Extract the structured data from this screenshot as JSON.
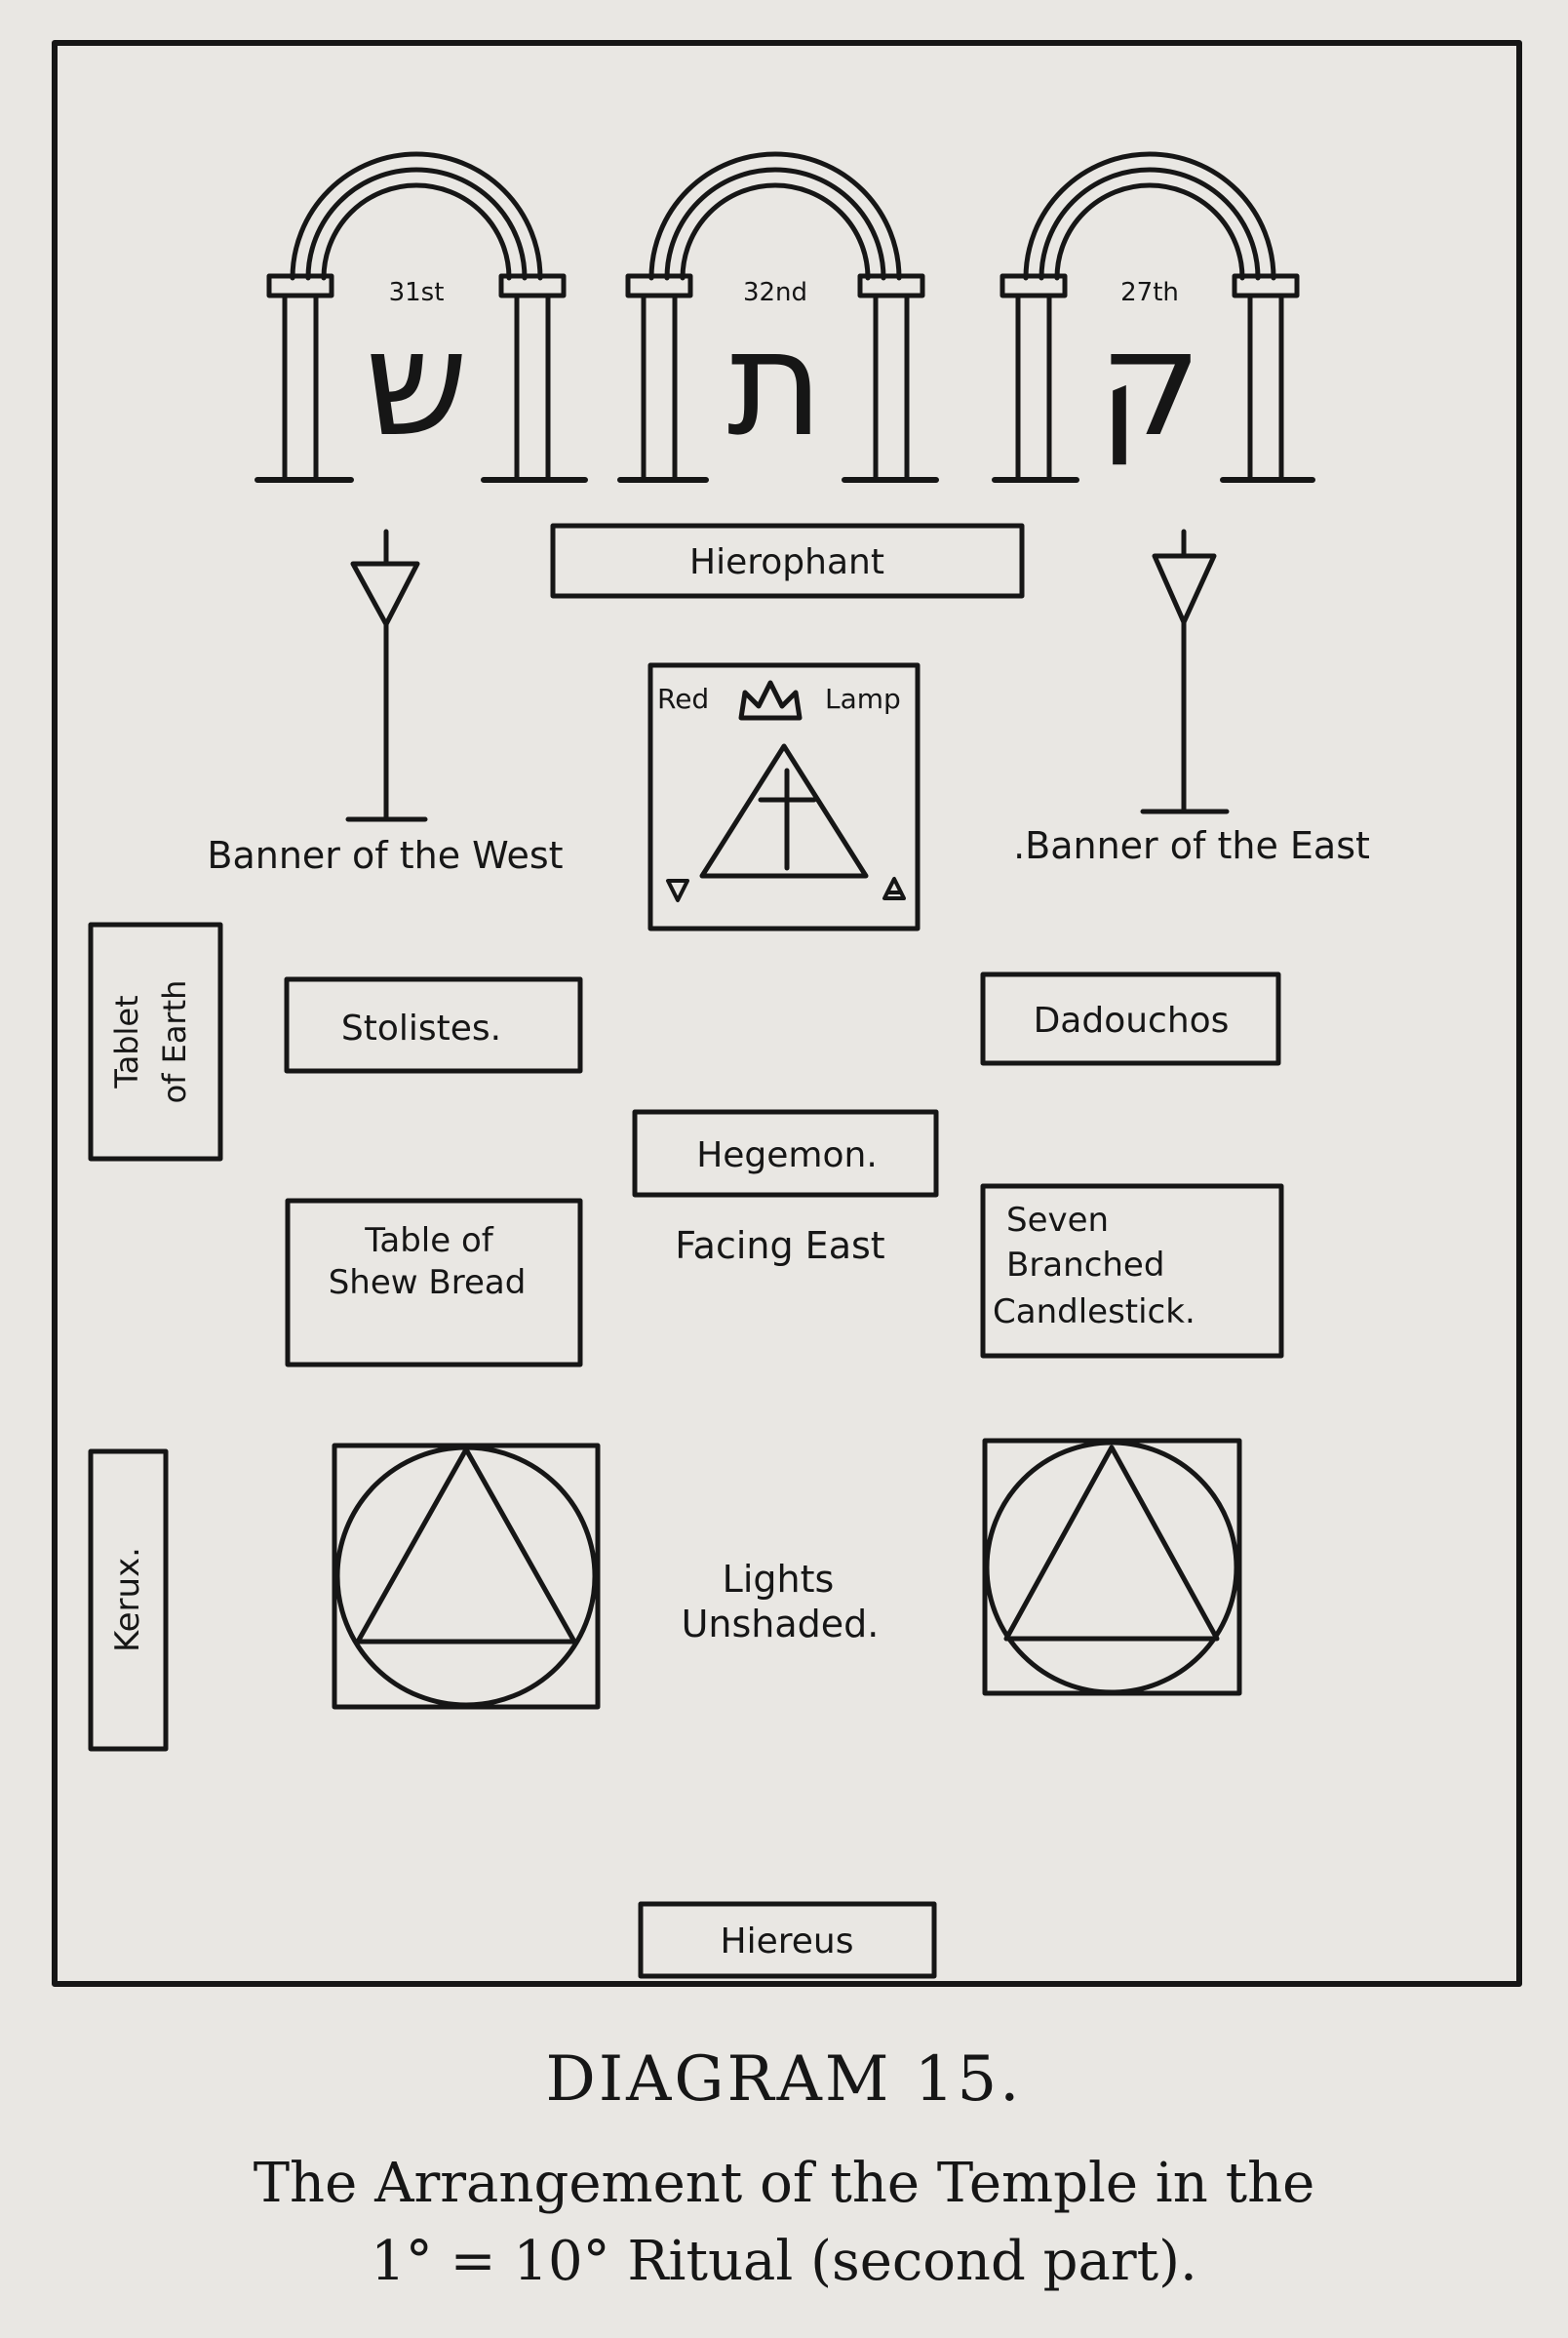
{
  "arches": [
    {
      "number": "31st",
      "letter": "ש"
    },
    {
      "number": "32nd",
      "letter": "ת"
    },
    {
      "number": "27th",
      "letter": "ק"
    }
  ],
  "stations": {
    "hierophant": "Hierophant",
    "stolistes": "Stolistes.",
    "dadouchos": "Dadouchos",
    "hegemon": "Hegemon.",
    "hiereus": "Hiereus",
    "kerux": "Kerux."
  },
  "altar": {
    "red": "Red",
    "lamp": "Lamp"
  },
  "banners": {
    "west": "Banner of the West",
    "east": ".Banner of the East"
  },
  "tablet_of_earth": {
    "line1": "Tablet",
    "line2": "of Earth"
  },
  "facing_east": "Facing East",
  "shew_bread": {
    "line1": "Table of",
    "line2": "Shew Bread"
  },
  "candlestick": {
    "line1": "Seven",
    "line2": "Branched",
    "line3": "Candlestick."
  },
  "lights": {
    "line1": "Lights",
    "line2": "Unshaded."
  },
  "caption": {
    "title": "DIAGRAM 15.",
    "line1": "The Arrangement of the Temple in the",
    "line2": "1° = 10° Ritual (second part)."
  }
}
